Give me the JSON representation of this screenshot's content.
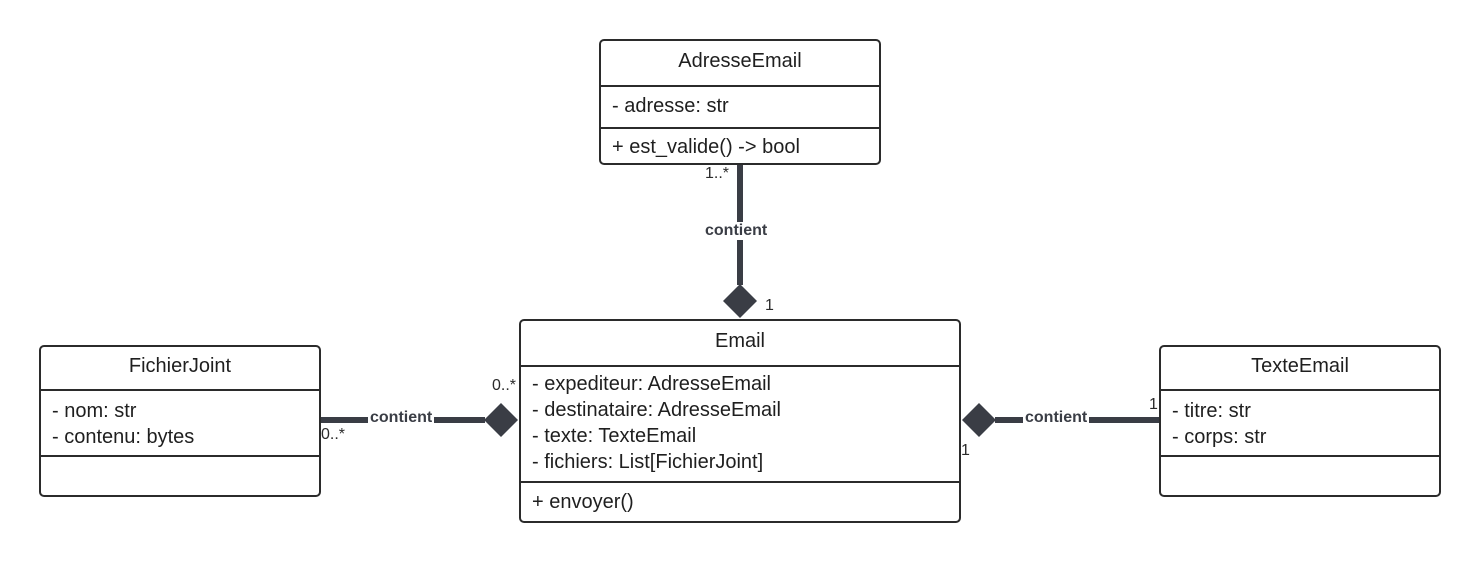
{
  "classes": {
    "adresse_email": {
      "name": "AdresseEmail",
      "attributes": [
        "- adresse: str"
      ],
      "methods": [
        "+ est_valide() -> bool"
      ]
    },
    "email": {
      "name": "Email",
      "attributes": [
        "- expediteur: AdresseEmail",
        "- destinataire: AdresseEmail",
        "- texte: TexteEmail",
        "- fichiers: List[FichierJoint]"
      ],
      "methods": [
        "+ envoyer()"
      ]
    },
    "fichier_joint": {
      "name": "FichierJoint",
      "attributes": [
        "- nom: str",
        "- contenu: bytes"
      ],
      "methods": []
    },
    "texte_email": {
      "name": "TexteEmail",
      "attributes": [
        "- titre: str",
        "- corps: str"
      ],
      "methods": []
    }
  },
  "relations": {
    "email_adresse": {
      "label": "contient",
      "mult_part": "1..*",
      "mult_whole": "1"
    },
    "email_fichier": {
      "label": "contient",
      "mult_part": "0..*",
      "mult_whole": "0..*"
    },
    "email_texte": {
      "label": "contient",
      "mult_part": "1",
      "mult_whole": "1"
    }
  },
  "colors": {
    "border": "#2b2b2b",
    "connector": "#3a3d45",
    "label": "#3a3d45"
  }
}
